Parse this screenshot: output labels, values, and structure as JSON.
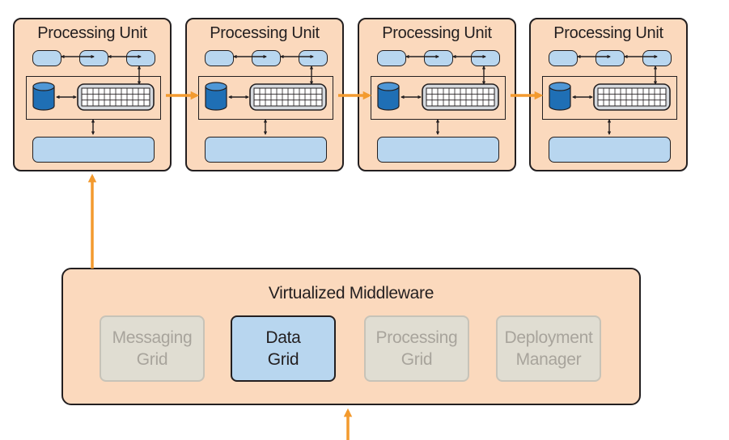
{
  "processing_units": [
    {
      "title": "Processing Unit"
    },
    {
      "title": "Processing Unit"
    },
    {
      "title": "Processing Unit"
    },
    {
      "title": "Processing Unit"
    }
  ],
  "middleware": {
    "title": "Virtualized Middleware",
    "grids": [
      {
        "line1": "Messaging",
        "line2": "Grid",
        "state": "inactive"
      },
      {
        "line1": "Data",
        "line2": "Grid",
        "state": "active"
      },
      {
        "line1": "Processing",
        "line2": "Grid",
        "state": "inactive"
      },
      {
        "line1": "Deployment",
        "line2": "Manager",
        "state": "inactive"
      }
    ]
  },
  "colors": {
    "unit_fill": "#fbd9bd",
    "component_fill": "#b8d6ef",
    "database_fill": "#1f6fb5",
    "flow_arrow": "#f39a2e",
    "inactive_fill": "#e0ddd2",
    "inactive_text": "#a8a49c",
    "outline": "#231f20"
  }
}
